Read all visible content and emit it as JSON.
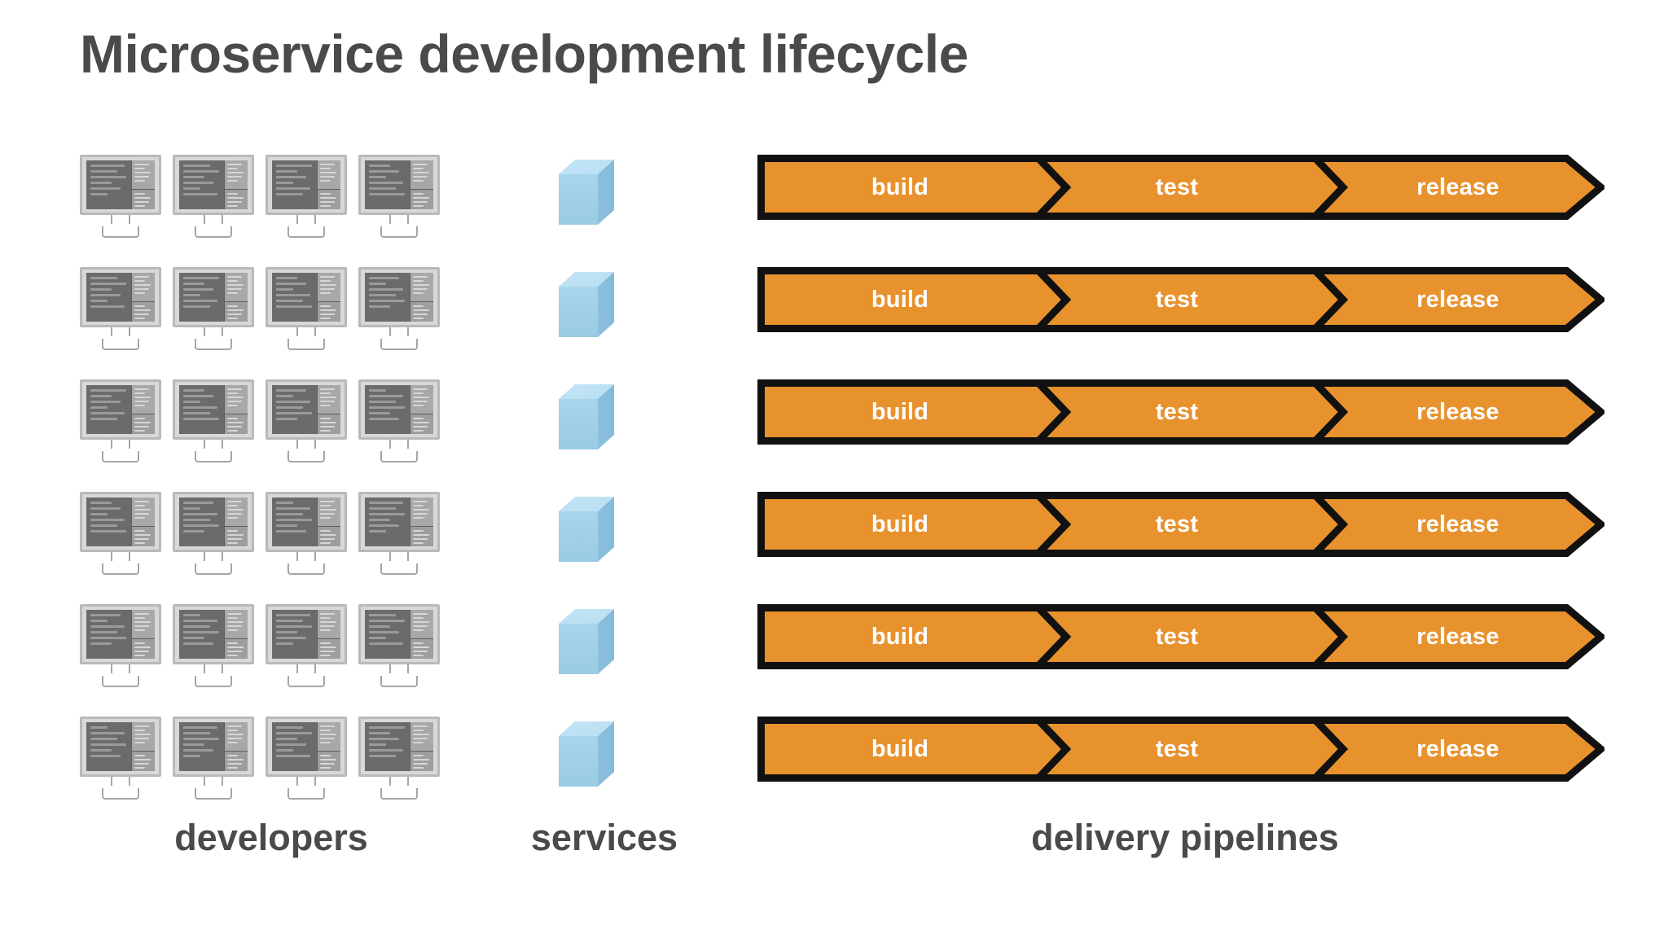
{
  "title": "Microservice development lifecycle",
  "colors": {
    "background": "#ffffff",
    "title_text": "#4a4a4a",
    "pipeline_fill": "#e8922e",
    "pipeline_stroke": "#111111",
    "pipeline_text": "#ffffff",
    "cube_front": "#a7d5ec",
    "cube_top": "#b8dff2",
    "cube_side": "#83bada",
    "monitor_bezel": "#b9b9b9",
    "monitor_screen": "#6b6b6b",
    "caption_text": "#4a4a4a"
  },
  "columns": {
    "developers": {
      "caption": "developers",
      "icon": "monitor-icon",
      "rows": 6,
      "icons_per_row": 4
    },
    "services": {
      "caption": "services",
      "icon": "cube-icon",
      "rows": 6,
      "icons_per_row": 1
    },
    "pipelines": {
      "caption": "delivery pipelines",
      "rows": 6,
      "stages": [
        "build",
        "test",
        "release"
      ]
    }
  },
  "pipeline_rows": [
    {
      "stages": [
        "build",
        "test",
        "release"
      ]
    },
    {
      "stages": [
        "build",
        "test",
        "release"
      ]
    },
    {
      "stages": [
        "build",
        "test",
        "release"
      ]
    },
    {
      "stages": [
        "build",
        "test",
        "release"
      ]
    },
    {
      "stages": [
        "build",
        "test",
        "release"
      ]
    },
    {
      "stages": [
        "build",
        "test",
        "release"
      ]
    }
  ]
}
